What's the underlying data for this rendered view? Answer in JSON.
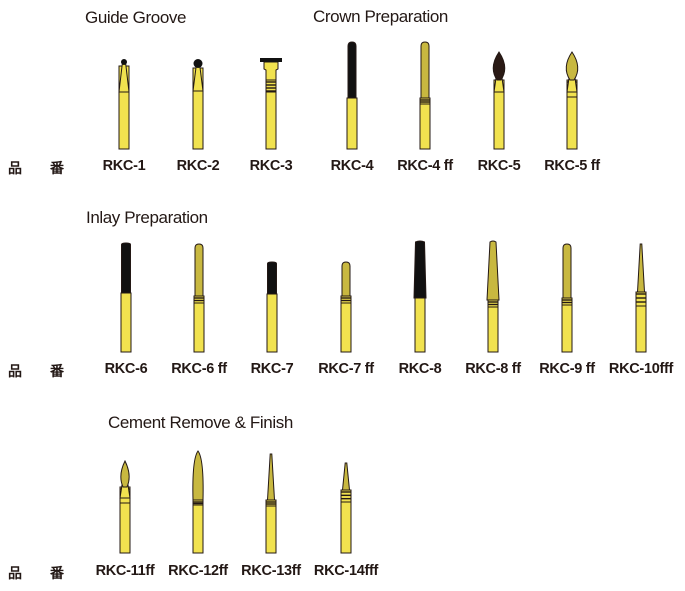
{
  "colors": {
    "shank": "#f1e24f",
    "diamond": "#c8b840",
    "black": "#111111",
    "dark": "#2a1a15",
    "outline": "#231815"
  },
  "part_number_label": [
    "品",
    "番"
  ],
  "sections": [
    {
      "headings": [
        "Guide Groove",
        "Crown Preparation"
      ],
      "burs": [
        "RKC-1",
        "RKC-2",
        "RKC-3",
        "RKC-4",
        "RKC-4 ff",
        "RKC-5",
        "RKC-5 ff"
      ]
    },
    {
      "headings": [
        "Inlay Preparation"
      ],
      "burs": [
        "RKC-6",
        "RKC-6 ff",
        "RKC-7",
        "RKC-7 ff",
        "RKC-8",
        "RKC-8 ff",
        "RKC-9 ff",
        "RKC-10fff"
      ]
    },
    {
      "headings": [
        "Cement Remove & Finish"
      ],
      "burs": [
        "RKC-11ff",
        "RKC-12ff",
        "RKC-13ff",
        "RKC-14fff"
      ]
    }
  ]
}
